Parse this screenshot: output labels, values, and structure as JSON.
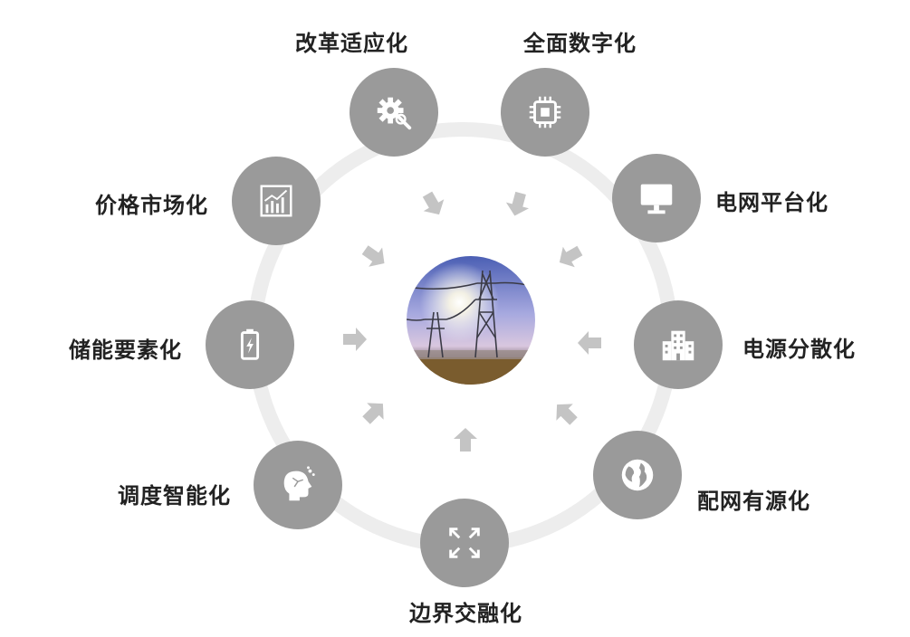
{
  "nodes": [
    {
      "key": "reform",
      "label": "改革适应化",
      "icon": "gear-wrench-icon"
    },
    {
      "key": "digital",
      "label": "全面数字化",
      "icon": "chip-icon"
    },
    {
      "key": "platform",
      "label": "电网平台化",
      "icon": "monitor-icon"
    },
    {
      "key": "source",
      "label": "电源分散化",
      "icon": "buildings-icon"
    },
    {
      "key": "distribution",
      "label": "配网有源化",
      "icon": "globe-icon"
    },
    {
      "key": "boundary",
      "label": "边界交融化",
      "icon": "expand-arrows-icon"
    },
    {
      "key": "dispatch",
      "label": "调度智能化",
      "icon": "brain-head-icon"
    },
    {
      "key": "storage",
      "label": "储能要素化",
      "icon": "battery-icon"
    },
    {
      "key": "price",
      "label": "价格市场化",
      "icon": "bar-chart-icon"
    }
  ],
  "colors": {
    "node": "#9a9a9a",
    "ring": "#ededed",
    "arrow": "#c4c4c4",
    "text": "#222222"
  },
  "center": {
    "icon": "power-tower-sunset-image"
  }
}
